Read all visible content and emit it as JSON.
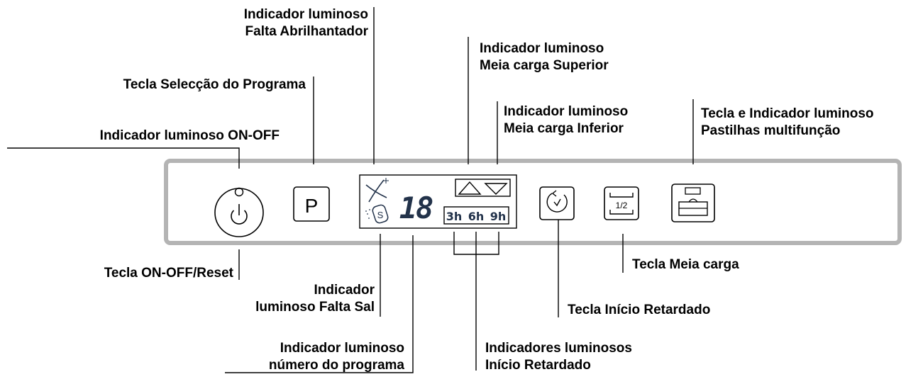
{
  "labels": {
    "rinse_aid": {
      "line1": "Indicador luminoso",
      "line2": "Falta Abrilhantador"
    },
    "program_key": {
      "line1": "Tecla Selecção do Programa"
    },
    "on_off_indicator": {
      "line1": "Indicador luminoso ON-OFF"
    },
    "upper_half_load": {
      "line1": "Indicador luminoso",
      "line2": "Meia carga Superior"
    },
    "lower_half_load": {
      "line1": "Indicador luminoso",
      "line2": "Meia carga Inferior"
    },
    "multi_tablets": {
      "line1": "Tecla e Indicador luminoso",
      "line2": "Pastilhas multifunção"
    },
    "on_off_key": {
      "line1": "Tecla ON-OFF/Reset"
    },
    "salt": {
      "line1": "Indicador",
      "line2": "luminoso Falta Sal"
    },
    "program_number": {
      "line1": "Indicador luminoso",
      "line2": "número do programa"
    },
    "delay_indicators": {
      "line1": "Indicadores luminosos",
      "line2": "Início Retardado"
    },
    "delay_key": {
      "line1": "Tecla Início Retardado"
    },
    "half_load_key": {
      "line1": "Tecla Meia carga"
    }
  },
  "panel": {
    "program_key_glyph": "P",
    "display_digits": "18",
    "delay_hours": [
      "3h",
      "6h",
      "9h"
    ],
    "half_load_glyph": "1/2",
    "salt_glyph": "S"
  },
  "colors": {
    "panel_border": "#b4b4b4",
    "display_text": "#22324a",
    "line": "#000000"
  }
}
